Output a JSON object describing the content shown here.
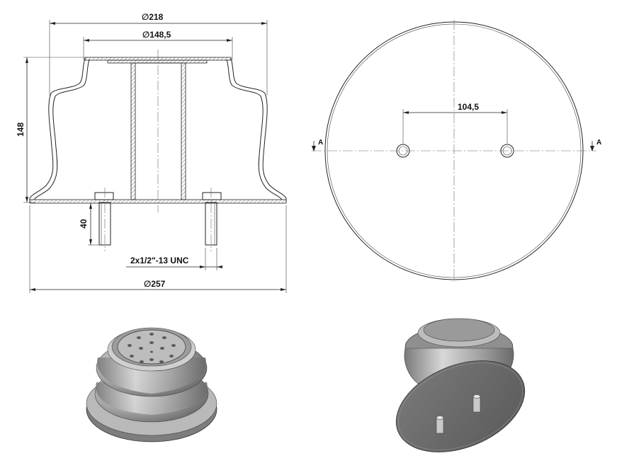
{
  "dimensions": {
    "top_outer_diameter": "218",
    "top_inner_diameter": "148,5",
    "height": "148",
    "stud_length": "40",
    "stud_thread": "2x1/2\"-13 UNC",
    "base_diameter": "257",
    "stud_spacing": "104,5"
  },
  "symbols": {
    "diameter": "∅",
    "section_label_left": "A",
    "section_label_right": "A"
  },
  "colors": {
    "line": "#222222",
    "render_body": "#9a9a9a",
    "render_dark": "#5e5e5e",
    "render_light": "#d6d6d6"
  }
}
